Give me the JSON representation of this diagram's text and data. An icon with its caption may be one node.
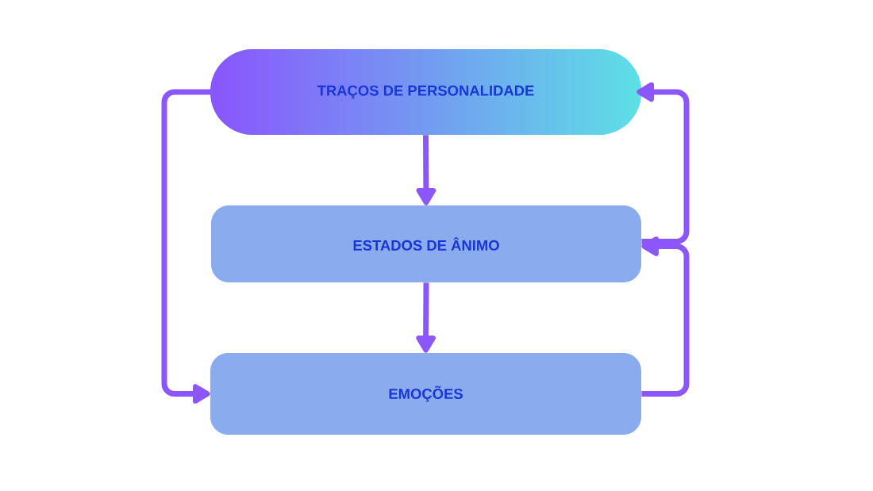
{
  "diagram": {
    "nodes": [
      {
        "text": [
          "TRAÇOS DE PERSONALIDADE"
        ]
      },
      {
        "text": [
          "ESTADOS DE ÂNIMO"
        ]
      },
      {
        "text": [
          "EMOÇÕES"
        ]
      }
    ],
    "edges": [
      {
        "from": 0,
        "to": 1,
        "arrow": "to"
      },
      {
        "from": 1,
        "to": 2,
        "arrow": "to"
      },
      {
        "from": 0,
        "to": 2,
        "arrow": "to"
      },
      {
        "from": 2,
        "to": 1,
        "arrow": "to"
      },
      {
        "from": 1,
        "to": 0,
        "arrow": "to"
      }
    ]
  }
}
